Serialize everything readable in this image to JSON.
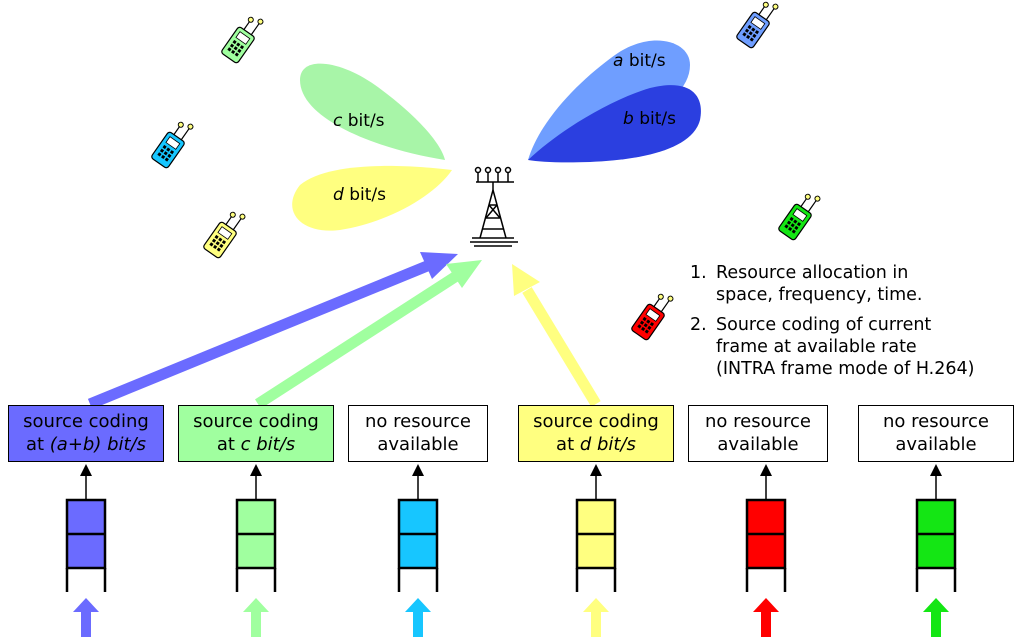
{
  "colors": {
    "a": "#6f9eff",
    "b": "#2b3fe0",
    "c": "#a8f5a8",
    "d": "#ffff80",
    "user1": "#6b6bff",
    "user2": "#a0ff9f",
    "user3": "#17c6ff",
    "user4": "#ffff80",
    "user5": "#ff0000",
    "user6": "#14e614"
  },
  "lobes": {
    "a": {
      "var": "a",
      "unit": " bit/s"
    },
    "b": {
      "var": "b",
      "unit": " bit/s"
    },
    "c": {
      "var": "c",
      "unit": " bit/s"
    },
    "d": {
      "var": "d",
      "unit": " bit/s"
    }
  },
  "notes": [
    {
      "num": "1.",
      "lines": [
        "Resource allocation in",
        "space, frequency, time."
      ]
    },
    {
      "num": "2.",
      "lines": [
        "Source coding of current",
        "frame at available rate",
        "(INTRA frame mode of H.264)"
      ]
    }
  ],
  "boxes": [
    {
      "line1": "source coding",
      "line2_pre": "at ",
      "line2_it": "(a+b) bit/s",
      "fill": "#6b6bff"
    },
    {
      "line1": "source coding",
      "line2_pre": "at ",
      "line2_it": "c bit/s",
      "fill": "#a0ff9f"
    },
    {
      "line1": "no resource",
      "line2_pre": "available",
      "line2_it": "",
      "fill": "#ffffff"
    },
    {
      "line1": "source coding",
      "line2_pre": "at ",
      "line2_it": "d bit/s",
      "fill": "#ffff80"
    },
    {
      "line1": "no resource",
      "line2_pre": "available",
      "line2_it": "",
      "fill": "#ffffff"
    },
    {
      "line1": "no resource",
      "line2_pre": "available",
      "line2_it": "",
      "fill": "#ffffff"
    }
  ],
  "icons": {
    "tower": "antenna-tower-icon",
    "phone": "mobile-phone-icon",
    "buffer": "frame-buffer-icon",
    "input": "input-arrow-icon"
  }
}
